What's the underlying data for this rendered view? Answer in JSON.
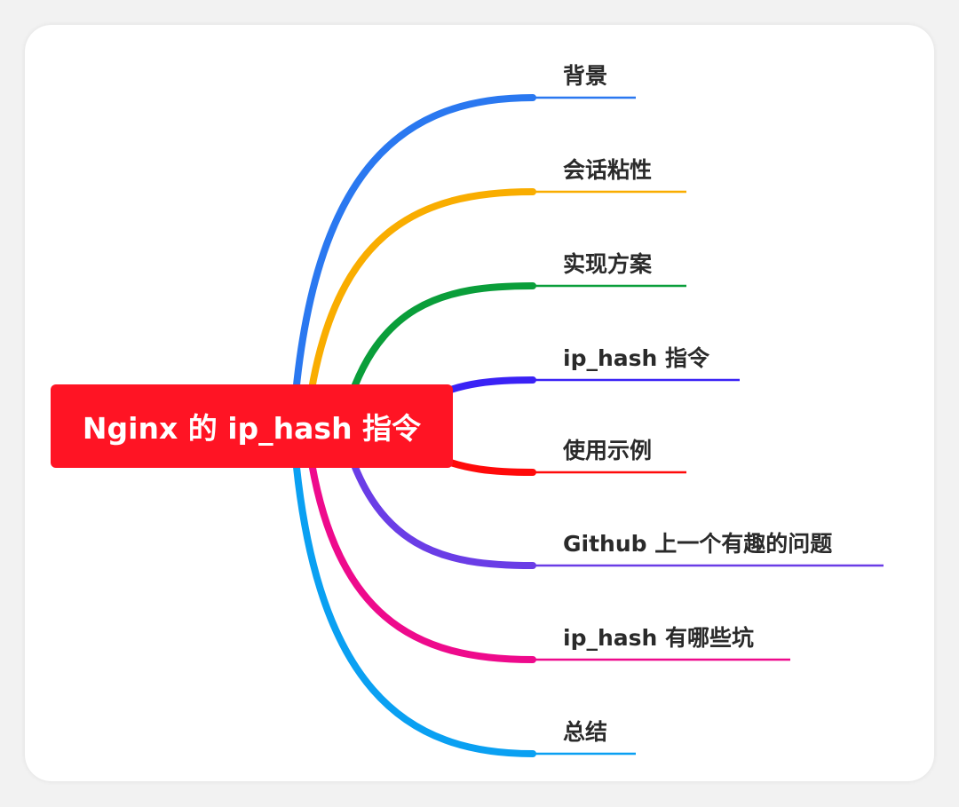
{
  "root": {
    "label": "Nginx 的 ip_hash 指令",
    "color": "#ff1424"
  },
  "branches": [
    {
      "label": "背景",
      "color": "#2a78f0"
    },
    {
      "label": "会话粘性",
      "color": "#f9ad00"
    },
    {
      "label": "实现方案",
      "color": "#0a9e3a"
    },
    {
      "label": "ip_hash 指令",
      "color": "#3a22f5"
    },
    {
      "label": "使用示例",
      "color": "#ff0a0a"
    },
    {
      "label": "Github 上一个有趣的问题",
      "color": "#6a3de6"
    },
    {
      "label": "ip_hash 有哪些坑",
      "color": "#ee0a8c"
    },
    {
      "label": "总结",
      "color": "#0aa0f2"
    }
  ]
}
